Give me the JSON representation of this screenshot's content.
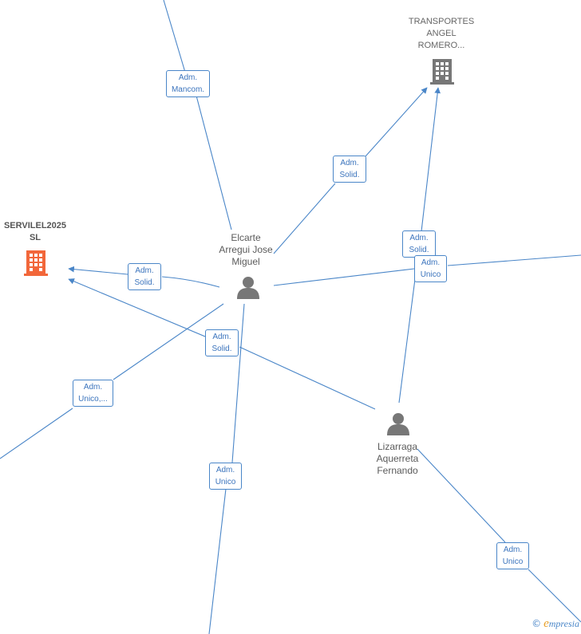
{
  "nodes": {
    "transportes": {
      "label_lines": [
        "TRANSPORTES",
        "ANGEL",
        "ROMERO..."
      ],
      "type": "company",
      "color": "#777777",
      "icon": "building-icon"
    },
    "servilel": {
      "label_lines": [
        "SERVILEL2025",
        "SL"
      ],
      "type": "company",
      "color": "#f2673a",
      "icon": "building-icon"
    },
    "elcarte": {
      "label_lines": [
        "Elcarte",
        "Arregui Jose",
        "Miguel"
      ],
      "type": "person",
      "color": "#777777",
      "icon": "person-icon"
    },
    "lizarraga": {
      "label_lines": [
        "Lizarraga",
        "Aquerreta",
        "Fernando"
      ],
      "type": "person",
      "color": "#777777",
      "icon": "person-icon"
    }
  },
  "edges": [
    {
      "id": "e1",
      "label_lines": [
        "Adm.",
        "Mancom."
      ]
    },
    {
      "id": "e2",
      "label_lines": [
        "Adm.",
        "Solid."
      ]
    },
    {
      "id": "e3",
      "label_lines": [
        "Adm.",
        "Solid."
      ]
    },
    {
      "id": "e4",
      "label_lines": [
        "Adm.",
        "Solid."
      ]
    },
    {
      "id": "e5",
      "label_lines": [
        "Adm.",
        "Unico,..."
      ]
    },
    {
      "id": "e6",
      "label_lines": [
        "Adm.",
        "Unico"
      ]
    },
    {
      "id": "e7",
      "label_lines": [
        "Adm.",
        "Solid."
      ]
    },
    {
      "id": "e8",
      "label_lines": [
        "Adm.",
        "Unico"
      ]
    },
    {
      "id": "e9",
      "label_lines": [
        "Adm.",
        "Unico"
      ]
    }
  ],
  "colors": {
    "edge": "#4a86c8",
    "edge_label_text": "#3b74bd"
  },
  "brand": {
    "copyright": "©",
    "initial": "e",
    "rest": "mpresia"
  }
}
